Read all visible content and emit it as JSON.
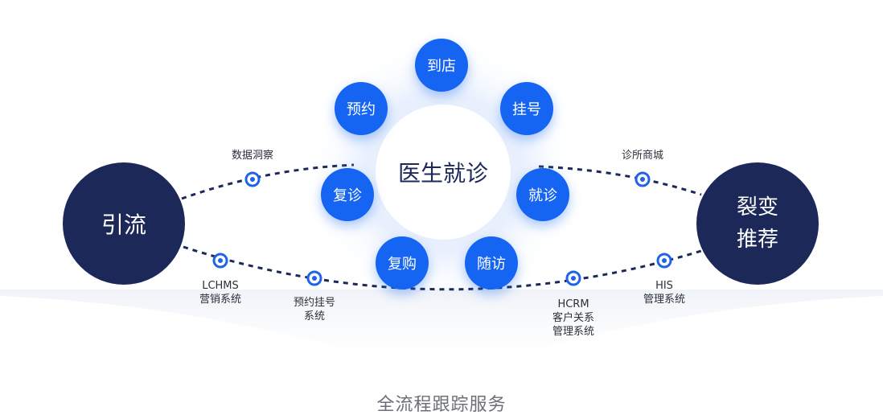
{
  "left_node": {
    "label": "引流"
  },
  "right_node": {
    "label_line1": "裂变",
    "label_line2": "推荐"
  },
  "center": {
    "label": "医生就诊"
  },
  "steps": [
    "到店",
    "挂号",
    "就诊",
    "随访",
    "复购",
    "复诊",
    "预约"
  ],
  "labels": {
    "data_insight": "数据洞察",
    "clinic_mall": "诊所商城",
    "lchms_line1": "LCHMS",
    "lchms_line2": "营销系统",
    "booking_line1": "预约挂号",
    "booking_line2": "系统",
    "hcrm_line1": "HCRM",
    "hcrm_line2": "客户关系",
    "hcrm_line3": "管理系统",
    "his_line1": "HIS",
    "his_line2": "管理系统"
  },
  "footer": "全流程跟踪服务",
  "colors": {
    "navy": "#1c2858",
    "step_blue": "#1565f2",
    "marker_blue": "#1f63e6",
    "footer_gray": "#6c6f77"
  }
}
